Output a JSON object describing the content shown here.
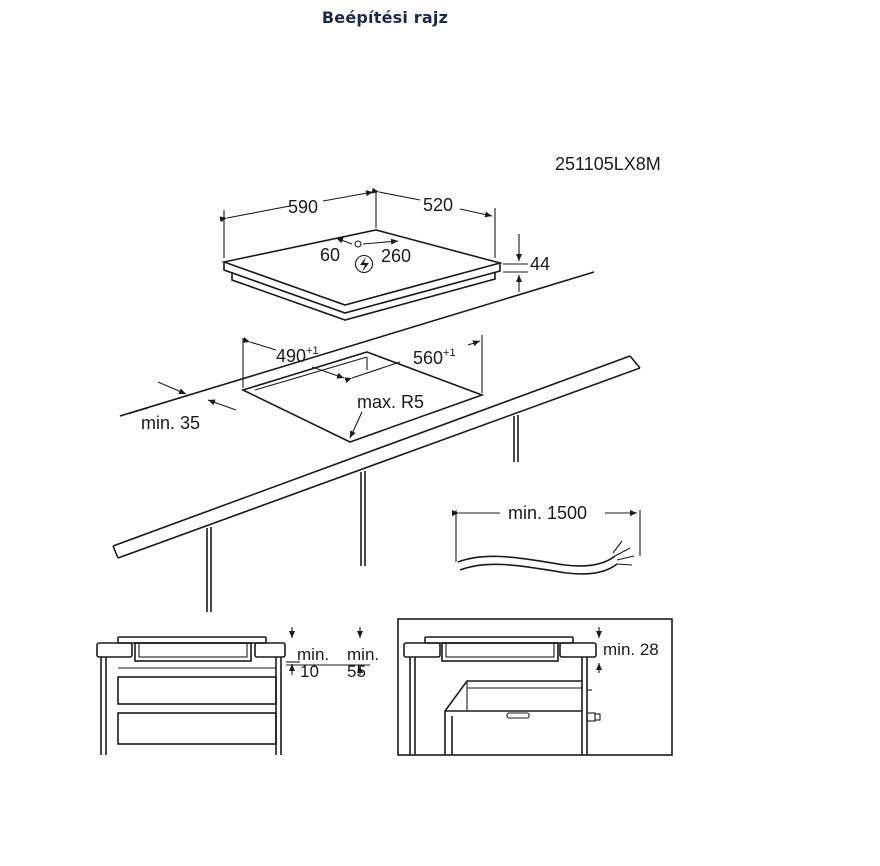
{
  "header": {
    "title": "Beépítési rajz"
  },
  "diagram": {
    "model_code": "251105LX8M",
    "hob": {
      "width": "590",
      "depth": "520",
      "height": "44",
      "connection_left": "60",
      "connection_right": "260"
    },
    "cutout": {
      "width": "490",
      "width_tol": "+1",
      "depth": "560",
      "depth_tol": "+1",
      "corner_radius": "max. R5",
      "edge_distance": "min. 35"
    },
    "cable": {
      "length": "min. 1500"
    },
    "section_left": {
      "gap_label_1a": "min.",
      "gap_label_1b": "10",
      "gap_label_2a": "min.",
      "gap_label_2b": "55"
    },
    "section_right": {
      "gap_label": "min. 28"
    }
  }
}
